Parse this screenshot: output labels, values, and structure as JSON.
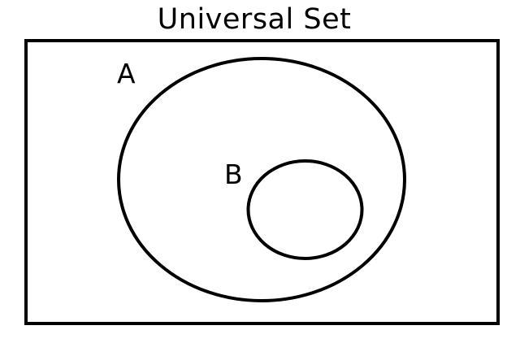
{
  "diagram": {
    "title": "Universal Set",
    "type": "venn",
    "universal_set": {
      "label": "Universal Set",
      "shape": "rectangle",
      "stroke_color": "#000000",
      "fill_color": "#ffffff"
    },
    "sets": [
      {
        "id": "A",
        "label": "A",
        "shape": "ellipse",
        "contains": [
          "B"
        ]
      },
      {
        "id": "B",
        "label": "B",
        "shape": "ellipse",
        "subset_of": "A"
      }
    ],
    "relationship": "B is a subset of A"
  }
}
